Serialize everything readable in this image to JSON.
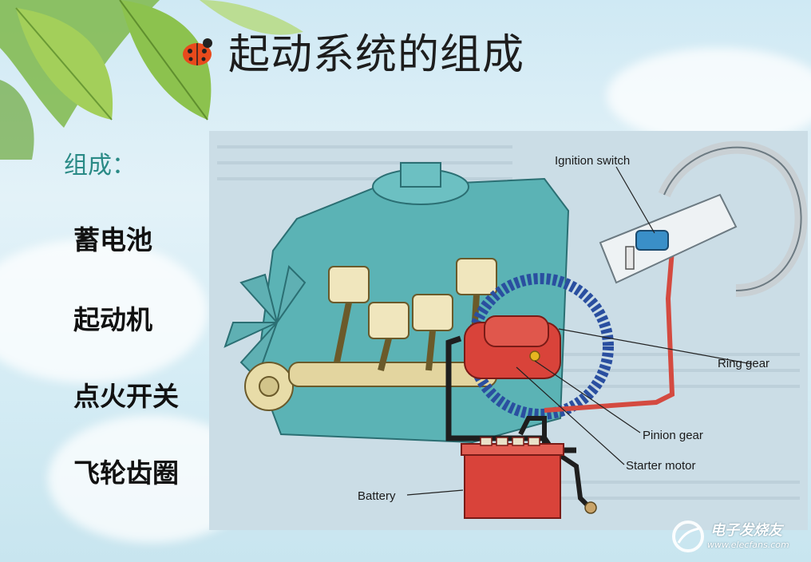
{
  "slide": {
    "title": "起动系统的组成",
    "subheading": "组成：",
    "items": [
      "蓄电池",
      "起动机",
      "点火开关",
      "飞轮齿圈"
    ]
  },
  "diagram": {
    "labels": {
      "ignition_switch": "Ignition switch",
      "ring_gear": "Ring gear",
      "pinion_gear": "Pinion gear",
      "starter_motor": "Starter motor",
      "battery": "Battery"
    }
  },
  "watermark": {
    "name": "电子发烧友",
    "url": "www.elecfans.com"
  },
  "colors": {
    "title_text": "#1d1d1d",
    "subheading": "#2a8a86",
    "engine_block": "#5bb3b5",
    "starter_red": "#d9433a",
    "ring_gear_blue": "#2a4fa0",
    "cable_red": "#d44a40"
  }
}
